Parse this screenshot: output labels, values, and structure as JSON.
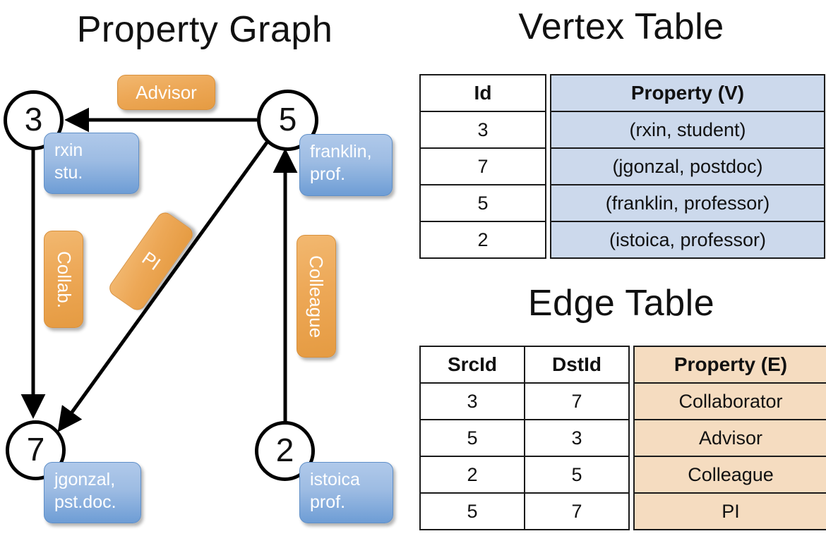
{
  "titles": {
    "property_graph": "Property Graph",
    "vertex_table": "Vertex Table",
    "edge_table": "Edge Table"
  },
  "colors": {
    "vertex_property_fill": "#ccd9ec",
    "edge_property_fill": "#f5dcc0",
    "node_property_box": "#6e9dd5",
    "edge_label_box": "#e59b42",
    "stroke": "#000000"
  },
  "graph": {
    "nodes": [
      {
        "id": "3",
        "property_lines": [
          "rxin",
          "stu."
        ]
      },
      {
        "id": "5",
        "property_lines": [
          "franklin,",
          "prof."
        ]
      },
      {
        "id": "7",
        "property_lines": [
          "jgonzal,",
          "pst.doc."
        ]
      },
      {
        "id": "2",
        "property_lines": [
          "istoica",
          "prof."
        ]
      }
    ],
    "edge_labels": [
      {
        "name": "advisor",
        "text": "Advisor",
        "orientation": "horizontal"
      },
      {
        "name": "collab",
        "text": "Collab.",
        "orientation": "vertical"
      },
      {
        "name": "pi",
        "text": "PI",
        "orientation": "diagonal"
      },
      {
        "name": "colleague",
        "text": "Colleague",
        "orientation": "vertical"
      }
    ],
    "edges": [
      {
        "from": "5",
        "to": "3",
        "label": "Advisor"
      },
      {
        "from": "3",
        "to": "7",
        "label": "Collab."
      },
      {
        "from": "5",
        "to": "7",
        "label": "PI"
      },
      {
        "from": "2",
        "to": "5",
        "label": "Colleague"
      }
    ]
  },
  "vertex_table": {
    "headers": [
      "Id",
      "Property (V)"
    ],
    "rows": [
      {
        "id": "3",
        "property": "(rxin, student)"
      },
      {
        "id": "7",
        "property": "(jgonzal, postdoc)"
      },
      {
        "id": "5",
        "property": "(franklin, professor)"
      },
      {
        "id": "2",
        "property": "(istoica, professor)"
      }
    ]
  },
  "edge_table": {
    "headers": [
      "SrcId",
      "DstId",
      "Property (E)"
    ],
    "rows": [
      {
        "src": "3",
        "dst": "7",
        "property": "Collaborator"
      },
      {
        "src": "5",
        "dst": "3",
        "property": "Advisor"
      },
      {
        "src": "2",
        "dst": "5",
        "property": "Colleague"
      },
      {
        "src": "5",
        "dst": "7",
        "property": "PI"
      }
    ]
  }
}
